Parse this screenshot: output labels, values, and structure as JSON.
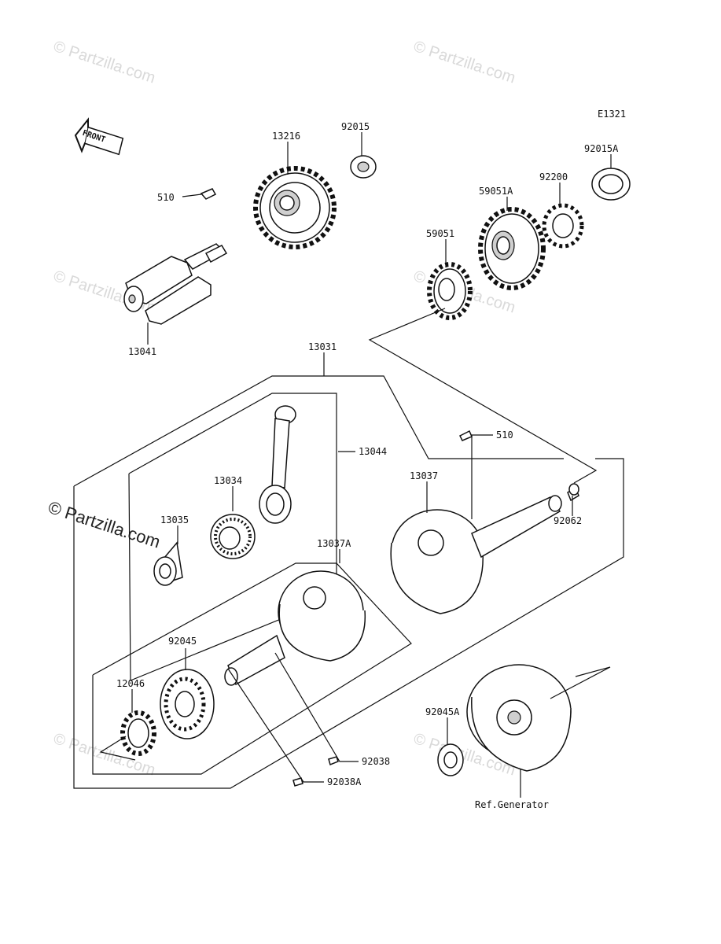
{
  "diagram_code": "E1321",
  "front_label": "FRONT",
  "watermark": "© Partzilla.com",
  "parts": {
    "p510_top": "510",
    "p13216": "13216",
    "p92015": "92015",
    "p92015A": "92015A",
    "p92200": "92200",
    "p59051A": "59051A",
    "p59051": "59051",
    "p13041": "13041",
    "p13031": "13031",
    "p13044": "13044",
    "p13034": "13034",
    "p13035": "13035",
    "p510_mid": "510",
    "p13037": "13037",
    "p92062": "92062",
    "p13037A": "13037A",
    "p92045": "92045",
    "p12046": "12046",
    "p92045A": "92045A",
    "p92038": "92038",
    "p92038A": "92038A",
    "ref_generator": "Ref.Generator"
  }
}
